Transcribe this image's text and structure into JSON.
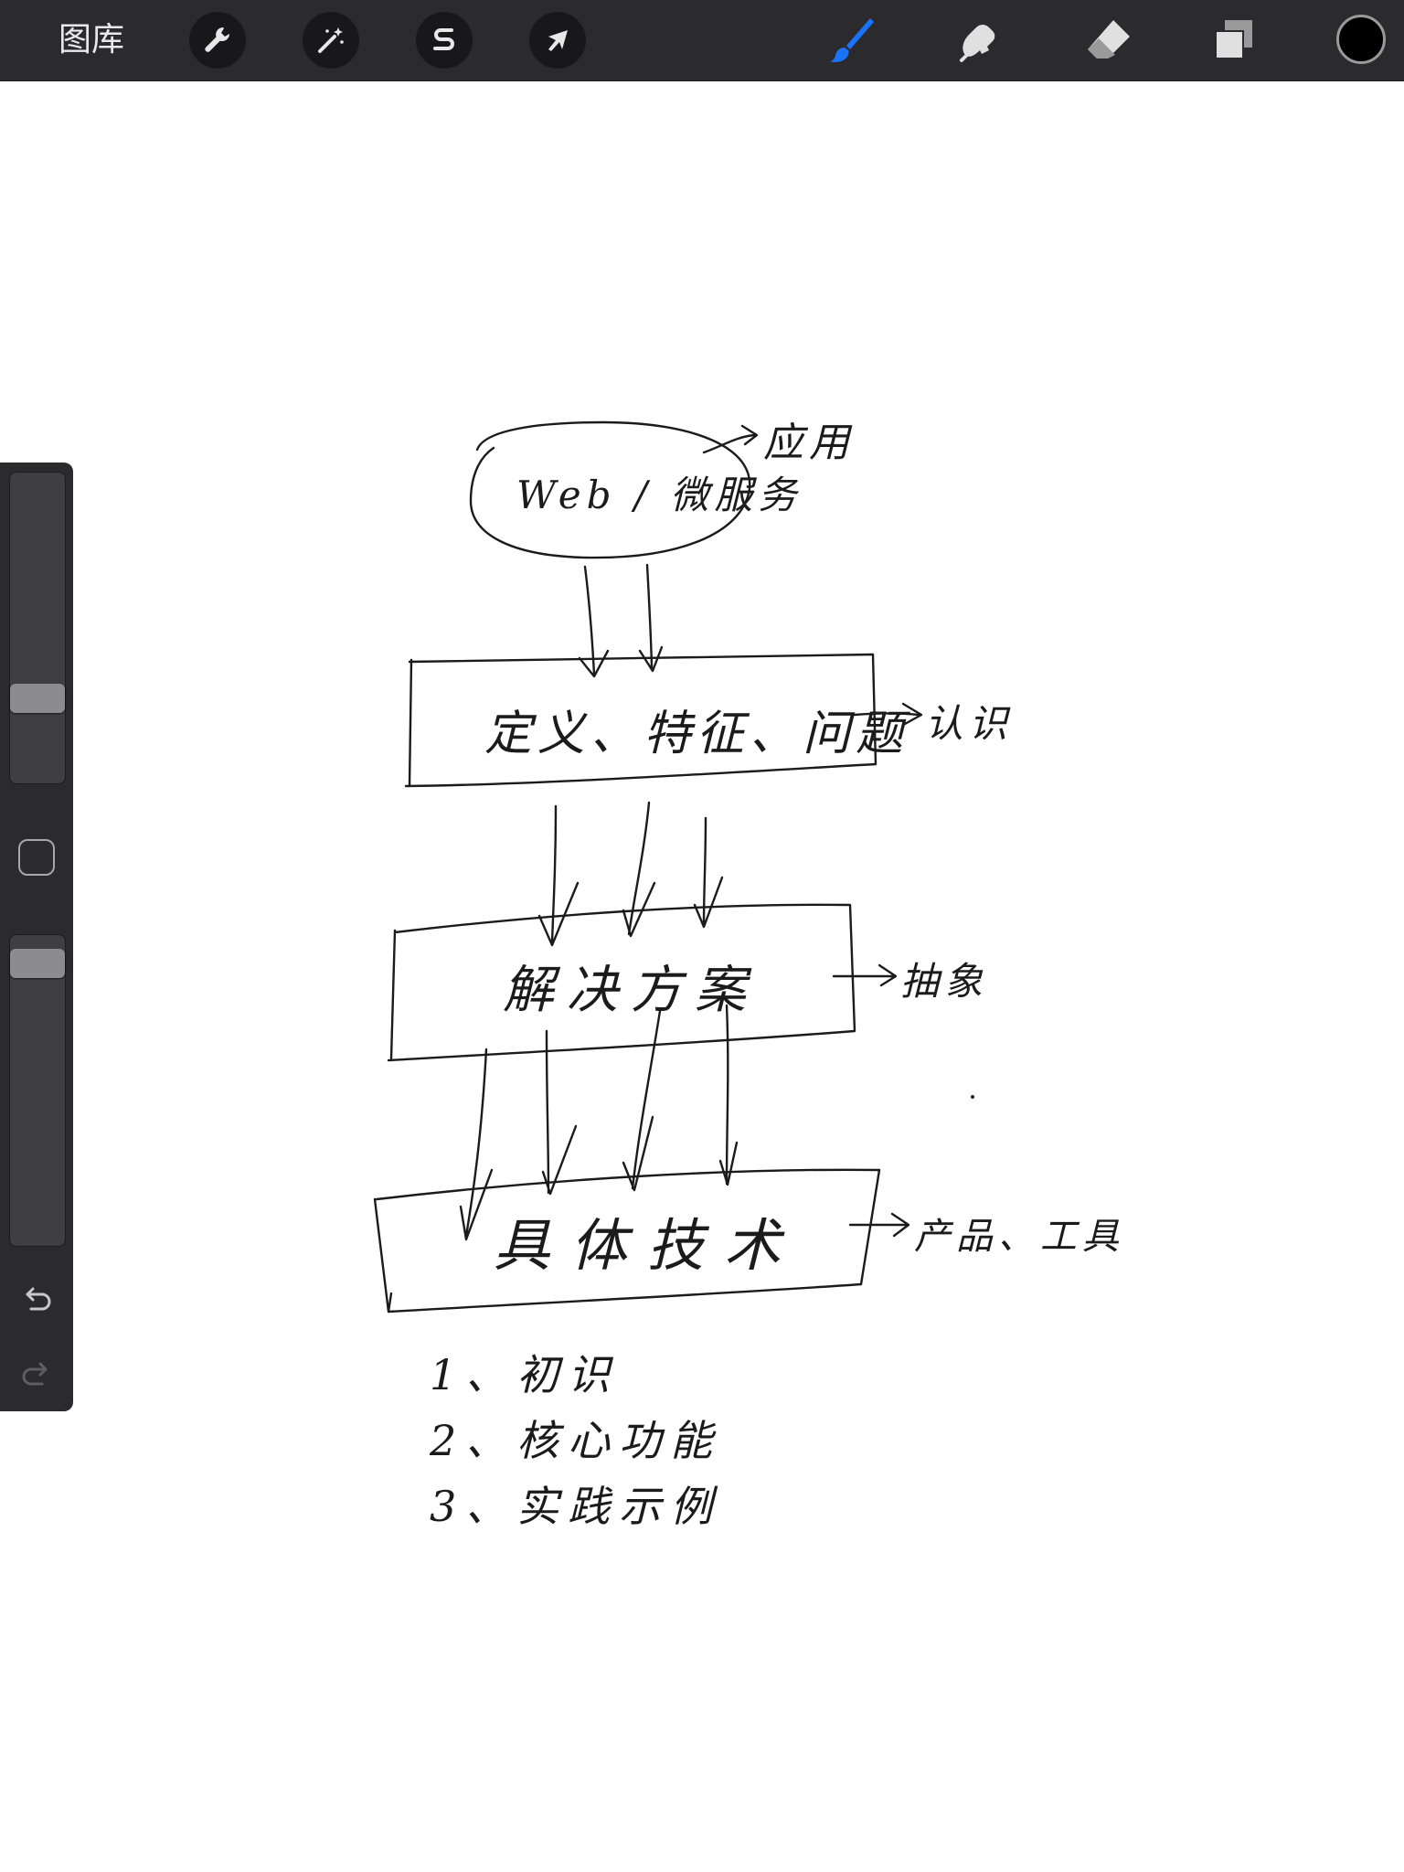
{
  "toolbar": {
    "gallery_label": "图库",
    "left_tools": [
      {
        "name": "actions",
        "icon": "wrench-icon"
      },
      {
        "name": "adjustments",
        "icon": "magic-wand-icon"
      },
      {
        "name": "selection",
        "icon": "selection-s-icon"
      },
      {
        "name": "transform",
        "icon": "arrow-cursor-icon"
      }
    ],
    "right_tools": [
      {
        "name": "brush",
        "icon": "brush-icon",
        "active": true
      },
      {
        "name": "smudge",
        "icon": "smudge-icon"
      },
      {
        "name": "eraser",
        "icon": "eraser-icon"
      },
      {
        "name": "layers",
        "icon": "layers-icon"
      }
    ],
    "current_color": "#000000",
    "active_tool_color": "#1a73ff"
  },
  "sidebar": {
    "brush_size_level": 0.25,
    "opacity_level": 0.95,
    "modify_icon": "square-outline-icon",
    "undo_icon": "undo-icon",
    "redo_icon": "redo-icon"
  },
  "drawing": {
    "top_node": "Web / 微服务",
    "top_note": "应用",
    "box1": "定义、特征、问题",
    "box1_note": "认识",
    "box2": "解决方案",
    "box2_note": "抽象",
    "box3": "具体技术",
    "box3_note": "产品、工具",
    "list": [
      "1、初识",
      "2、核心功能",
      "3、实践示例"
    ]
  }
}
